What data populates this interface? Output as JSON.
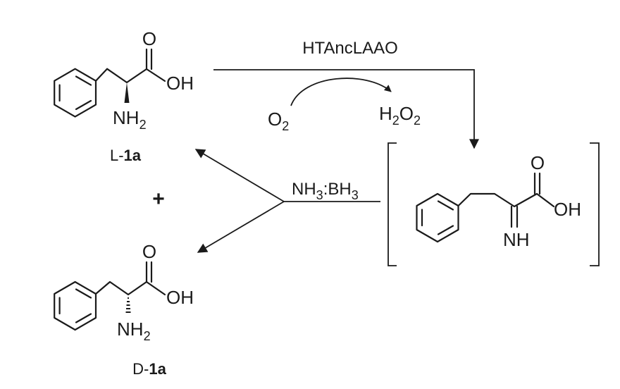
{
  "enzyme": "HTAncLAAO",
  "cofactor_in": {
    "symbol": "O",
    "subscript": "2"
  },
  "cofactor_out": {
    "h": "H",
    "h_sub": "2",
    "o": "O",
    "o_sub": "2"
  },
  "reductant": {
    "a": "NH",
    "a_sub": "3",
    "sep": ":BH",
    "b_sub": "3"
  },
  "plus": "+",
  "compound_L": {
    "prefix": "L-",
    "label": "1a",
    "oxo": "O",
    "hydroxyl": "OH",
    "amine": "NH",
    "amine_sub": "2"
  },
  "compound_D": {
    "prefix": "D-",
    "label": "1a",
    "oxo": "O",
    "hydroxyl": "OH",
    "amine": "NH",
    "amine_sub": "2"
  },
  "intermediate": {
    "oxo": "O",
    "hydroxyl": "OH",
    "imine": "NH"
  }
}
